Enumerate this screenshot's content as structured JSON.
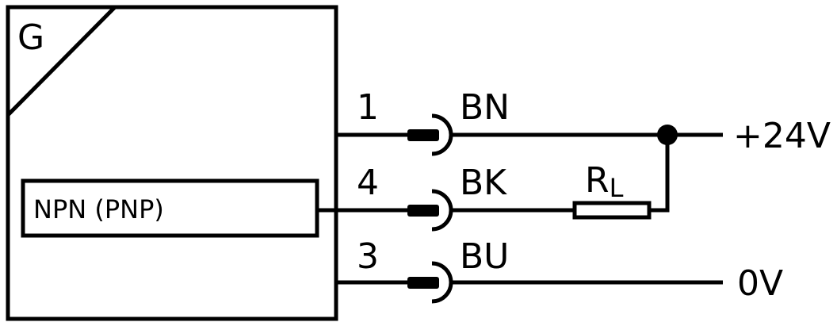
{
  "diagram": {
    "type": "wiring-diagram",
    "device": {
      "label": "G",
      "output_stage_label": "NPN (PNP)"
    },
    "pins": [
      {
        "pin": "1",
        "wire_color": "BN",
        "terminal": "+24V"
      },
      {
        "pin": "4",
        "wire_color": "BK",
        "terminal": "RL"
      },
      {
        "pin": "3",
        "wire_color": "BU",
        "terminal": "0V"
      }
    ],
    "load": {
      "symbol": "R",
      "subscript": "L"
    },
    "supply": {
      "positive": "+24V",
      "ground": "0V"
    },
    "colors": {
      "line": "#000000",
      "background": "#ffffff"
    }
  }
}
